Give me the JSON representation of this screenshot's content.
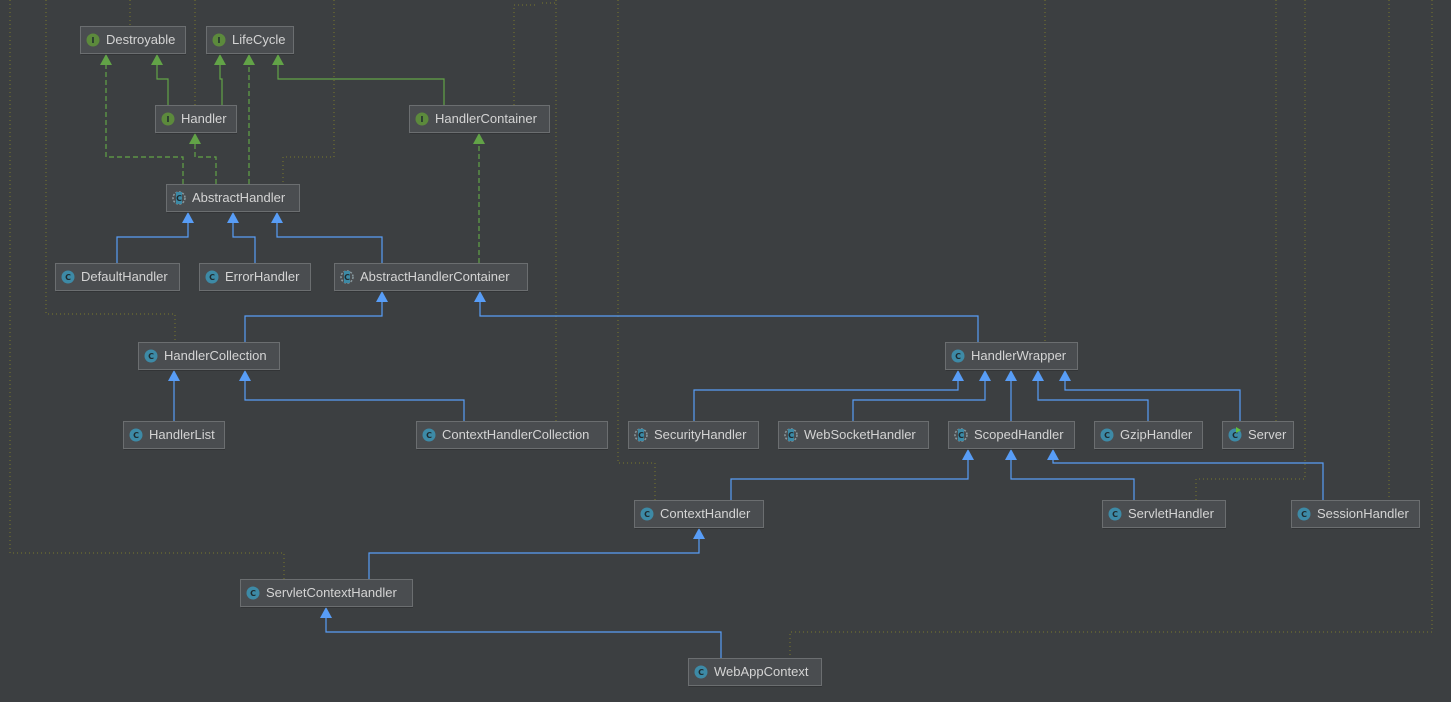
{
  "diagram": {
    "type": "uml-class-hierarchy",
    "colors": {
      "background": "#3c3f41",
      "interface_icon": "#5c8a3c",
      "class_icon": "#3d8aa6",
      "extends_line": "#589df6",
      "implements_line": "#62a347",
      "dependency_line": "#7a7a2a"
    },
    "nodes": [
      {
        "id": "Destroyable",
        "label": "Destroyable",
        "kind": "interface"
      },
      {
        "id": "LifeCycle",
        "label": "LifeCycle",
        "kind": "interface"
      },
      {
        "id": "Handler",
        "label": "Handler",
        "kind": "interface"
      },
      {
        "id": "HandlerContainer",
        "label": "HandlerContainer",
        "kind": "interface"
      },
      {
        "id": "AbstractHandler",
        "label": "AbstractHandler",
        "kind": "abstract"
      },
      {
        "id": "DefaultHandler",
        "label": "DefaultHandler",
        "kind": "class"
      },
      {
        "id": "ErrorHandler",
        "label": "ErrorHandler",
        "kind": "class"
      },
      {
        "id": "AbstractHandlerContainer",
        "label": "AbstractHandlerContainer",
        "kind": "abstract"
      },
      {
        "id": "HandlerCollection",
        "label": "HandlerCollection",
        "kind": "class"
      },
      {
        "id": "HandlerWrapper",
        "label": "HandlerWrapper",
        "kind": "class"
      },
      {
        "id": "HandlerList",
        "label": "HandlerList",
        "kind": "class"
      },
      {
        "id": "ContextHandlerCollection",
        "label": "ContextHandlerCollection",
        "kind": "class"
      },
      {
        "id": "SecurityHandler",
        "label": "SecurityHandler",
        "kind": "abstract"
      },
      {
        "id": "WebSocketHandler",
        "label": "WebSocketHandler",
        "kind": "abstract"
      },
      {
        "id": "ScopedHandler",
        "label": "ScopedHandler",
        "kind": "abstract"
      },
      {
        "id": "GzipHandler",
        "label": "GzipHandler",
        "kind": "class"
      },
      {
        "id": "Server",
        "label": "Server",
        "kind": "class-runnable"
      },
      {
        "id": "ContextHandler",
        "label": "ContextHandler",
        "kind": "class"
      },
      {
        "id": "ServletHandler",
        "label": "ServletHandler",
        "kind": "class"
      },
      {
        "id": "SessionHandler",
        "label": "SessionHandler",
        "kind": "class"
      },
      {
        "id": "ServletContextHandler",
        "label": "ServletContextHandler",
        "kind": "class"
      },
      {
        "id": "WebAppContext",
        "label": "WebAppContext",
        "kind": "class"
      }
    ],
    "edges": [
      {
        "from": "Handler",
        "to": "Destroyable",
        "type": "extends-interface"
      },
      {
        "from": "Handler",
        "to": "LifeCycle",
        "type": "extends-interface"
      },
      {
        "from": "HandlerContainer",
        "to": "LifeCycle",
        "type": "extends-interface"
      },
      {
        "from": "AbstractHandler",
        "to": "Destroyable",
        "type": "implements"
      },
      {
        "from": "AbstractHandler",
        "to": "Handler",
        "type": "implements"
      },
      {
        "from": "AbstractHandler",
        "to": "LifeCycle",
        "type": "implements"
      },
      {
        "from": "AbstractHandlerContainer",
        "to": "HandlerContainer",
        "type": "implements"
      },
      {
        "from": "DefaultHandler",
        "to": "AbstractHandler",
        "type": "extends"
      },
      {
        "from": "ErrorHandler",
        "to": "AbstractHandler",
        "type": "extends"
      },
      {
        "from": "AbstractHandlerContainer",
        "to": "AbstractHandler",
        "type": "extends"
      },
      {
        "from": "HandlerCollection",
        "to": "AbstractHandlerContainer",
        "type": "extends"
      },
      {
        "from": "HandlerWrapper",
        "to": "AbstractHandlerContainer",
        "type": "extends"
      },
      {
        "from": "HandlerList",
        "to": "HandlerCollection",
        "type": "extends"
      },
      {
        "from": "ContextHandlerCollection",
        "to": "HandlerCollection",
        "type": "extends"
      },
      {
        "from": "SecurityHandler",
        "to": "HandlerWrapper",
        "type": "extends"
      },
      {
        "from": "WebSocketHandler",
        "to": "HandlerWrapper",
        "type": "extends"
      },
      {
        "from": "ScopedHandler",
        "to": "HandlerWrapper",
        "type": "extends"
      },
      {
        "from": "GzipHandler",
        "to": "HandlerWrapper",
        "type": "extends"
      },
      {
        "from": "Server",
        "to": "HandlerWrapper",
        "type": "extends"
      },
      {
        "from": "ContextHandler",
        "to": "ScopedHandler",
        "type": "extends"
      },
      {
        "from": "ServletHandler",
        "to": "ScopedHandler",
        "type": "extends"
      },
      {
        "from": "SessionHandler",
        "to": "ScopedHandler",
        "type": "extends"
      },
      {
        "from": "ServletContextHandler",
        "to": "ContextHandler",
        "type": "extends"
      },
      {
        "from": "WebAppContext",
        "to": "ServletContextHandler",
        "type": "extends"
      }
    ]
  }
}
